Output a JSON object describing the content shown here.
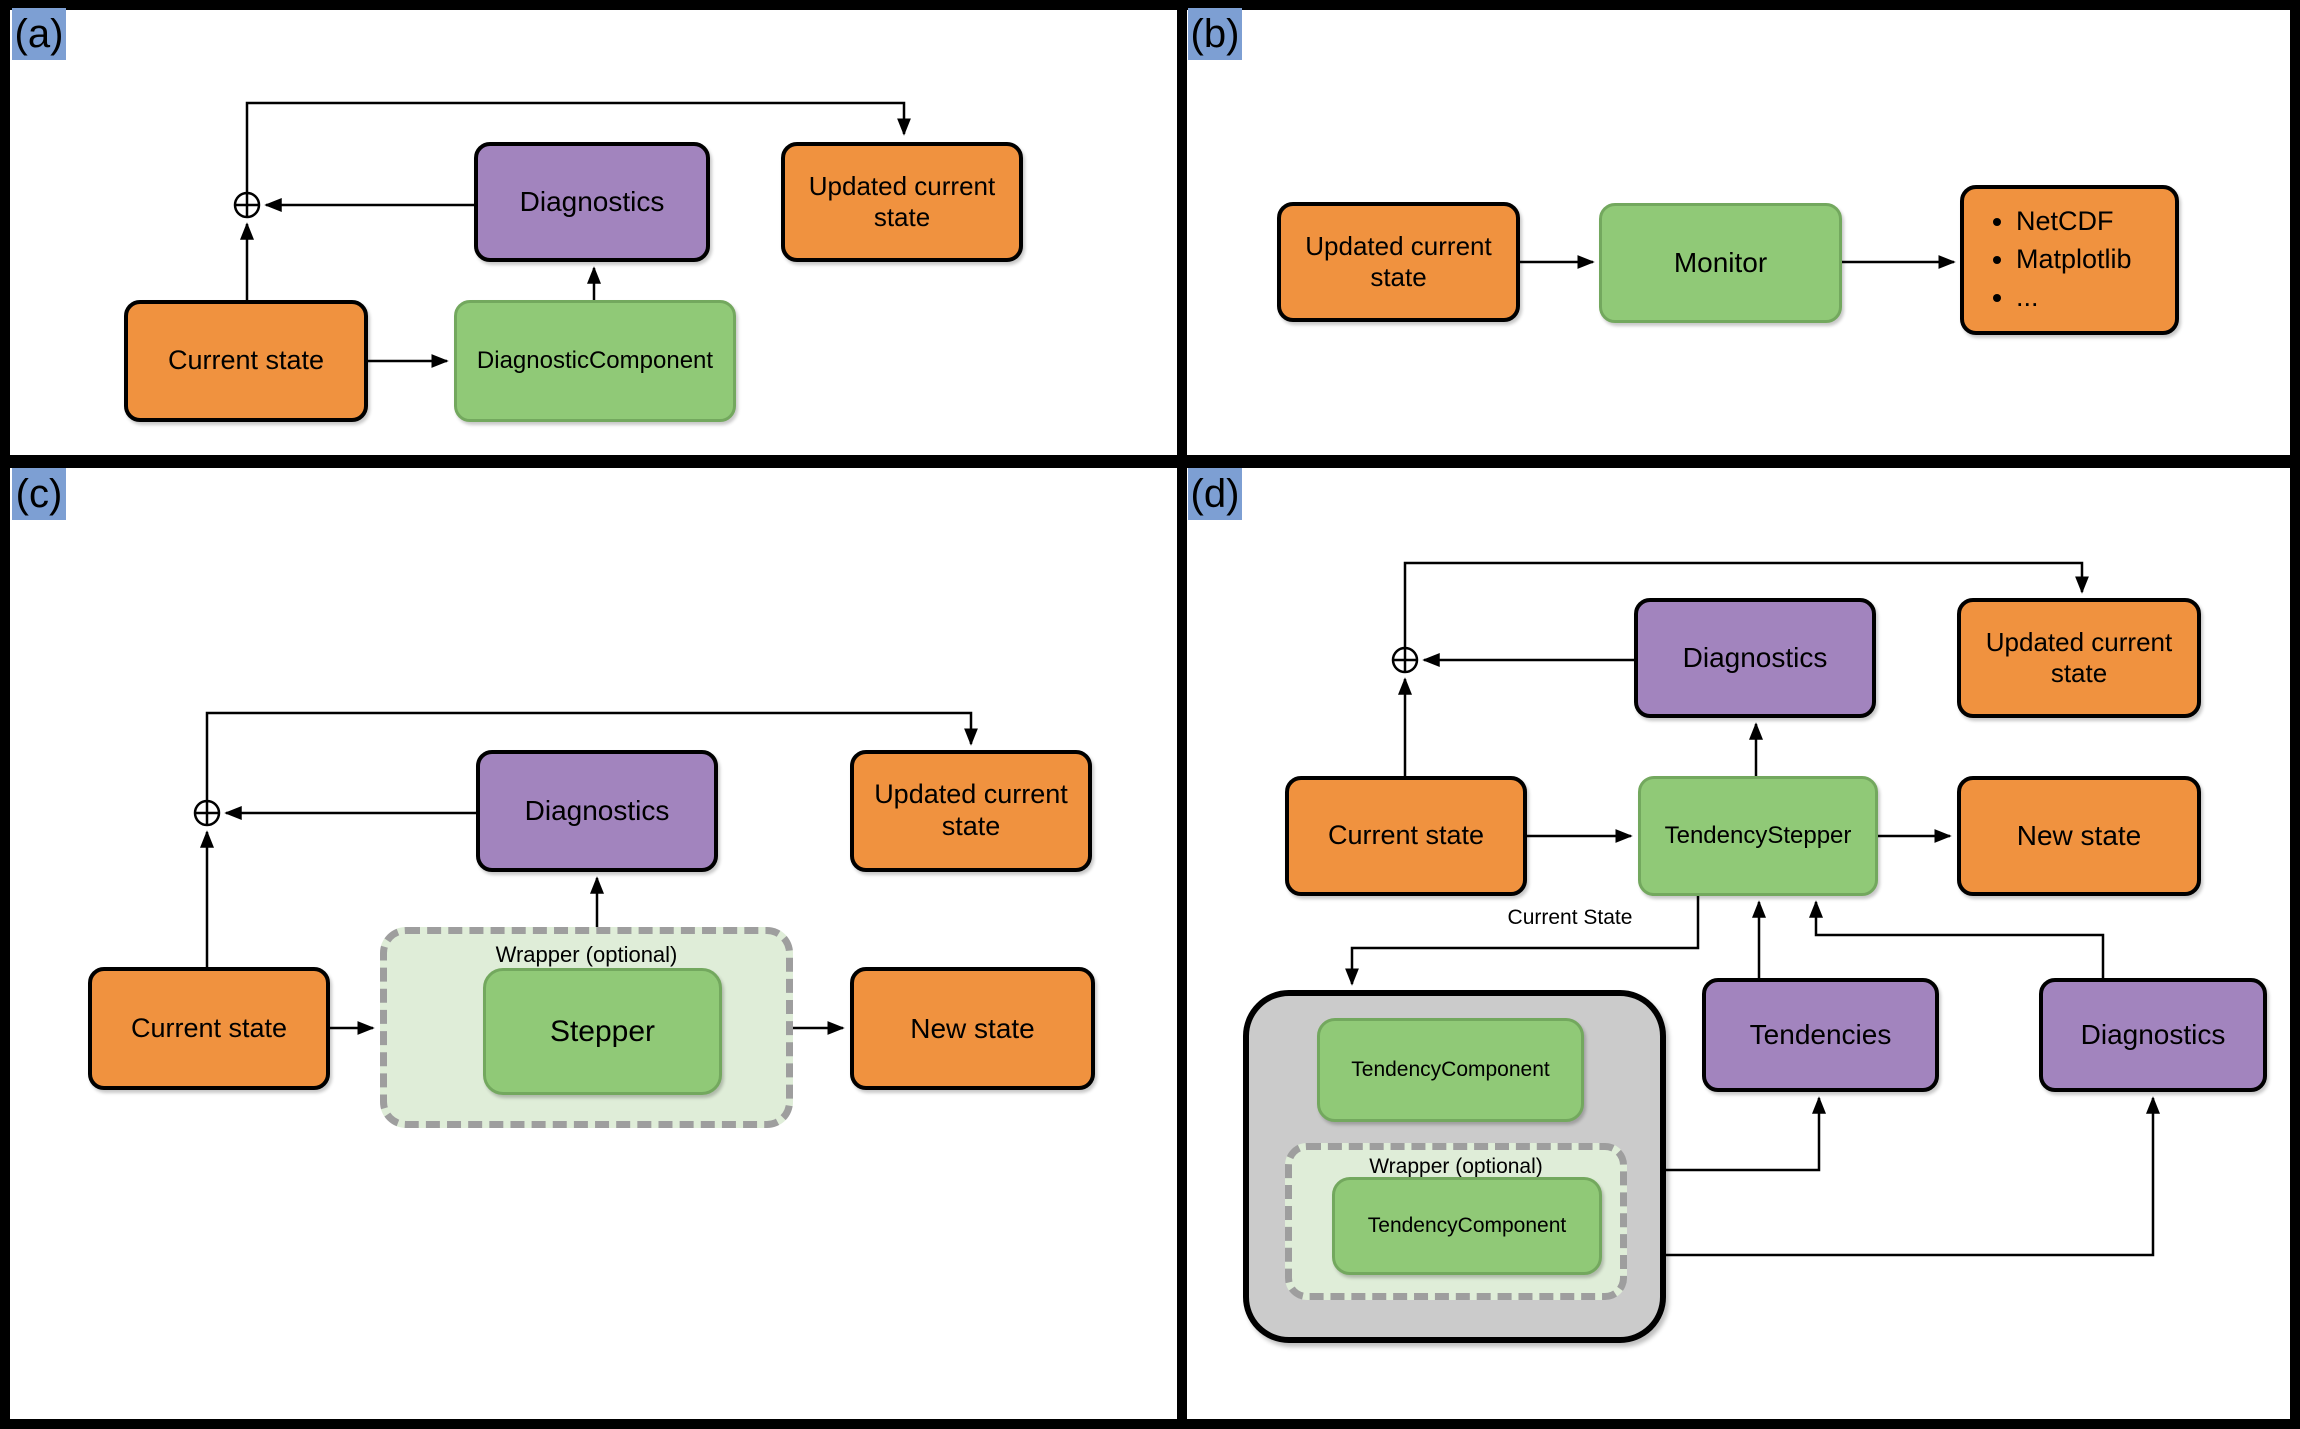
{
  "colors": {
    "panel_bg": "#ffffff",
    "frame": "#000000",
    "label_bg": "#7d9fd3",
    "orange": "#f0923f",
    "green": "#90c977",
    "green_border": "#73a85e",
    "purple": "#a284be",
    "wrapper_green": "#dfedd8",
    "wrapper_border": "#9e9e9e",
    "gray_container": "#cbcbcb",
    "line": "#000000",
    "text": "#000000"
  },
  "panels": {
    "a": {
      "tag": "(a)",
      "current_state": "Current state",
      "diagnostic_component": "DiagnosticComponent",
      "diagnostics": "Diagnostics",
      "updated_current_state": "Updated current state"
    },
    "b": {
      "tag": "(b)",
      "updated_current_state": "Updated current state",
      "monitor": "Monitor",
      "outputs": [
        "NetCDF",
        "Matplotlib",
        "..."
      ]
    },
    "c": {
      "tag": "(c)",
      "current_state": "Current state",
      "wrapper_label": "Wrapper (optional)",
      "stepper": "Stepper",
      "new_state": "New state",
      "diagnostics": "Diagnostics",
      "updated_current_state": "Updated current state"
    },
    "d": {
      "tag": "(d)",
      "current_state": "Current state",
      "tendency_stepper": "TendencyStepper",
      "new_state": "New state",
      "diagnostics_top": "Diagnostics",
      "updated_current_state": "Updated current state",
      "tendencies": "Tendencies",
      "diagnostics_bottom": "Diagnostics",
      "tendency_component_top": "TendencyComponent",
      "wrapper_label": "Wrapper (optional)",
      "tendency_component_wrapped": "TendencyComponent",
      "edge_label_current_state": "Current State"
    }
  }
}
